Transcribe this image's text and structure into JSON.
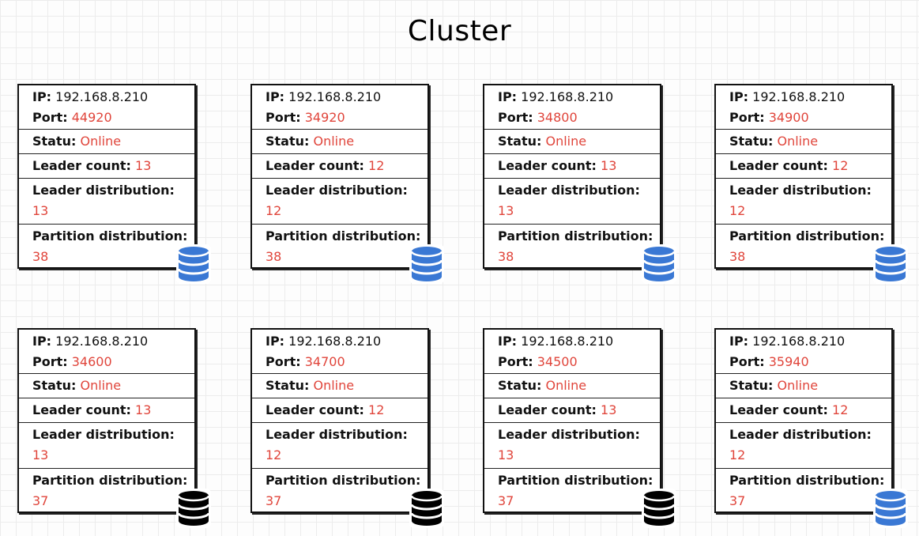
{
  "title": "Cluster",
  "labels": {
    "ip": "IP:",
    "port": "Port:",
    "status": "Statu:",
    "leader_count": "Leader count:",
    "leader_distribution": "Leader distribution:",
    "partition_distribution": "Partition distribution:"
  },
  "colors": {
    "value_red": "#e0453b",
    "db_blue": "#3a78d4",
    "db_black": "#000000"
  },
  "nodes": [
    {
      "ip": "192.168.8.210",
      "port": "44920",
      "status": "Online",
      "leader_count": "13",
      "leader_distribution": "13",
      "partition_distribution": "38",
      "db_icon": "database-icon-blue"
    },
    {
      "ip": "192.168.8.210",
      "port": "34920",
      "status": "Online",
      "leader_count": "12",
      "leader_distribution": "12",
      "partition_distribution": "38",
      "db_icon": "database-icon-blue"
    },
    {
      "ip": "192.168.8.210",
      "port": "34800",
      "status": "Online",
      "leader_count": "13",
      "leader_distribution": "13",
      "partition_distribution": "38",
      "db_icon": "database-icon-blue"
    },
    {
      "ip": "192.168.8.210",
      "port": "34900",
      "status": "Online",
      "leader_count": "12",
      "leader_distribution": "12",
      "partition_distribution": "38",
      "db_icon": "database-icon-blue"
    },
    {
      "ip": "192.168.8.210",
      "port": "34600",
      "status": "Online",
      "leader_count": "13",
      "leader_distribution": "13",
      "partition_distribution": "37",
      "db_icon": "database-icon-black"
    },
    {
      "ip": "192.168.8.210",
      "port": "34700",
      "status": "Online",
      "leader_count": "12",
      "leader_distribution": "12",
      "partition_distribution": "37",
      "db_icon": "database-icon-black"
    },
    {
      "ip": "192.168.8.210",
      "port": "34500",
      "status": "Online",
      "leader_count": "13",
      "leader_distribution": "13",
      "partition_distribution": "37",
      "db_icon": "database-icon-black"
    },
    {
      "ip": "192.168.8.210",
      "port": "35940",
      "status": "Online",
      "leader_count": "12",
      "leader_distribution": "12",
      "partition_distribution": "37",
      "db_icon": "database-icon-blue"
    }
  ]
}
